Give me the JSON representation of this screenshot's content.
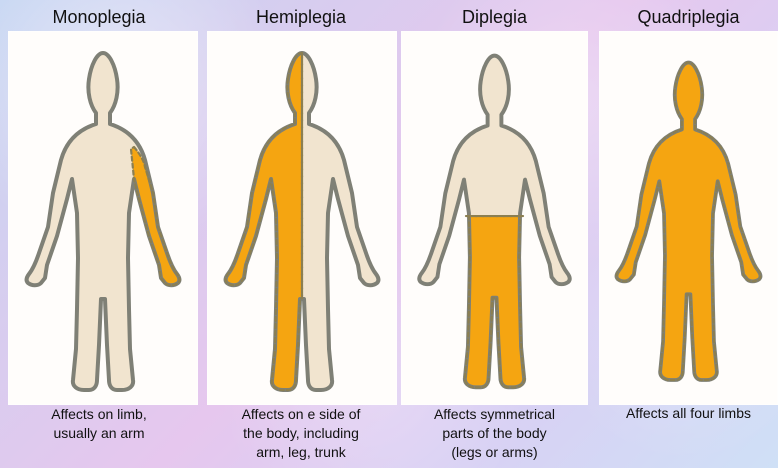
{
  "panels": [
    {
      "title": "Monoplegia",
      "caption": "Affects on limb,\nusually an arm"
    },
    {
      "title": "Hemiplegia",
      "caption": "Affects on e side of\nthe  body, including\narm, leg, trunk"
    },
    {
      "title": "Diplegia",
      "caption": "Affects symmetrical\nparts of the body\n(legs or arms)"
    },
    {
      "title": "Quadriplegia",
      "caption": "Affects all four limbs"
    }
  ],
  "colors": {
    "beige": "#f1e4cf",
    "orange": "#f5a511",
    "outline": "#7f8076",
    "dash": "#8b7f52",
    "background_start": "#c6d6f2",
    "background_end": "#cfe0f6"
  }
}
